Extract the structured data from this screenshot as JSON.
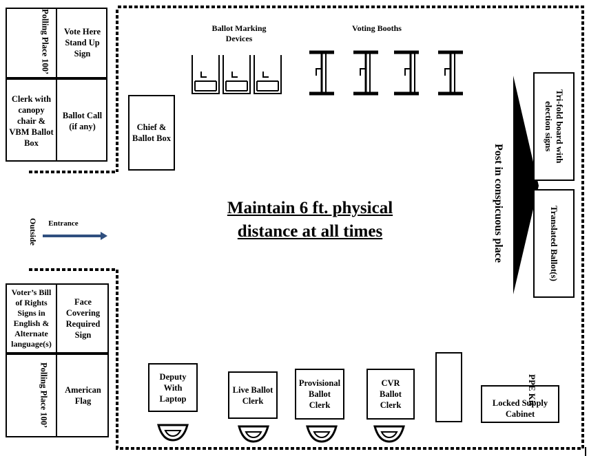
{
  "title": {
    "line1": "Maintain 6 ft. physical",
    "line2": "distance at all times"
  },
  "headers": {
    "bmd": "Ballot Marking Devices",
    "booths": "Voting Booths"
  },
  "outside": {
    "polling_place_top": "Polling Place 100’",
    "vote_here": "Vote Here Stand Up Sign",
    "clerk_canopy": "Clerk with canopy chair & VBM Ballot Box",
    "ballot_call": "Ballot Call (if any)",
    "entrance": "Entrance",
    "outside_label": "Outside",
    "voters_bill": "Voter’s Bill of Rights Signs in English & Alternate language(s)",
    "face_covering": "Face Covering Required Sign",
    "polling_place_bottom": "Polling Place 100’",
    "american_flag": "American Flag"
  },
  "inside": {
    "chief": "Chief & Ballot Box",
    "tri_fold": "Tri-fold board with election signs",
    "translated": "Translated Ballot(s)",
    "post": "Post in conspicuous place",
    "deputy": "Deputy With Laptop",
    "live_ballot": "Live Ballot Clerk",
    "provisional": "Provisional Ballot Clerk",
    "cvr": "CVR Ballot Clerk",
    "ppe_kit": "PPE Kit",
    "supply_cabinet": "Locked Supply Cabinet"
  },
  "colors": {
    "arrow": "#2f4f7f",
    "ink": "#000000"
  }
}
